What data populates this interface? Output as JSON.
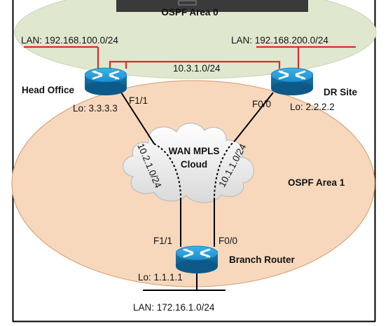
{
  "areas": {
    "area0": "OSPF Area 0",
    "area1": "OSPF Area 1"
  },
  "routers": {
    "head_office": {
      "name": "Head Office",
      "loopback": "Lo: 3.3.3.3",
      "interface": "F1/1",
      "lan": "LAN:  192.168.100.0/24"
    },
    "dr_site": {
      "name": "DR Site",
      "loopback": "Lo: 2.2.2.2",
      "interface": "F0/0",
      "lan": "LAN:  192.168.200.0/24"
    },
    "branch": {
      "name": "Branch Router",
      "loopback": "Lo: 1.1.1.1",
      "if_left": "F1/1",
      "if_right": "F0/0",
      "lan": "LAN:   172.16.1.0/24"
    }
  },
  "links": {
    "backbone": "10.3.1.0/24",
    "left_wan": "10.2.1.0/24",
    "right_wan": "10.1.1.0/24"
  },
  "cloud": {
    "line1": "WAN MPLS",
    "line2": "Cloud"
  },
  "colors": {
    "area0_fill": "#dfe8cf",
    "area1_fill": "#f8d8bd",
    "ellipse_stroke": "#d9a77e",
    "lan_red": "#e0282d",
    "router_blue": "#1a8fd0",
    "router_dark": "#0e5e8e"
  },
  "icons": [
    "router-icon",
    "cloud-icon"
  ]
}
